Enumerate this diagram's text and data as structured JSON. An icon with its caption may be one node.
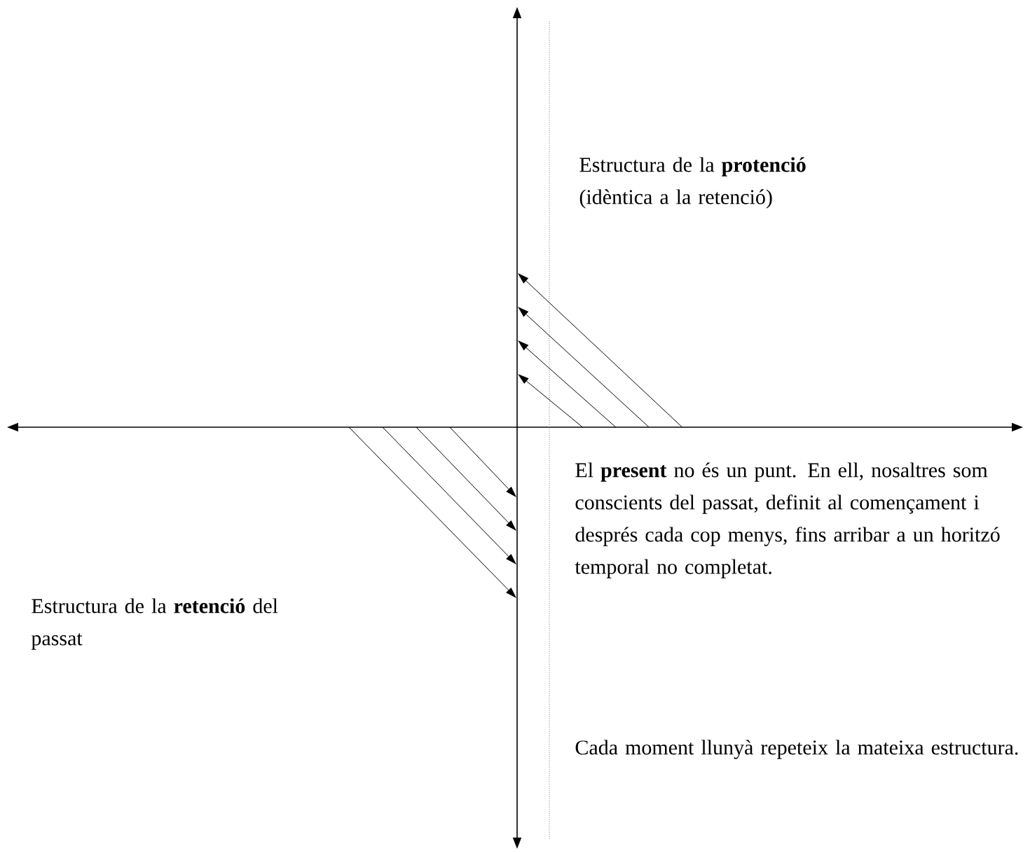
{
  "diagram": {
    "labels": [
      "Estructura de la **protenció** (idèntica a la retenció)",
      "El **present** no és un punt. En ell, nosaltres som conscients del passat, definit al començament i després cada cop menys, fins arribar a un horitzó temporal no completat.",
      "Estructura de la **retenció** del passat",
      "Cada moment llunyà repeteix la mateixa estructura."
    ]
  }
}
